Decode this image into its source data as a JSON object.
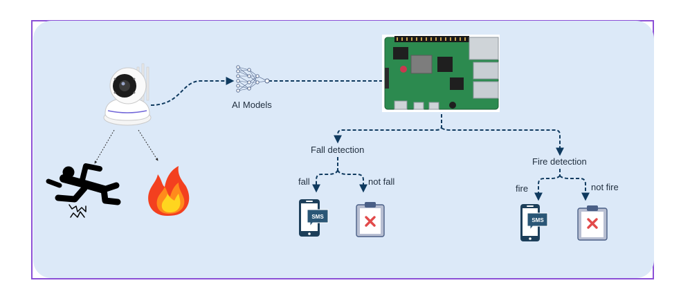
{
  "labels": {
    "ai_models": "AI Models",
    "fall_detection": "Fall detection",
    "fire_detection": "Fire detection",
    "fall": "fall",
    "not_fall": "not fall",
    "fire": "fire",
    "not_fire": "not fire",
    "sms": "SMS"
  },
  "icons": [
    "ip-camera-icon",
    "falling-person-icon",
    "fire-icon",
    "neural-network-icon",
    "raspberry-pi-board-icon",
    "smartphone-sms-icon",
    "clipboard-x-icon"
  ],
  "colors": {
    "frame_border": "#8b4fd6",
    "panel_bg": "#dce9f8",
    "connector": "#0f3a5f",
    "text": "#1f2d3d"
  }
}
